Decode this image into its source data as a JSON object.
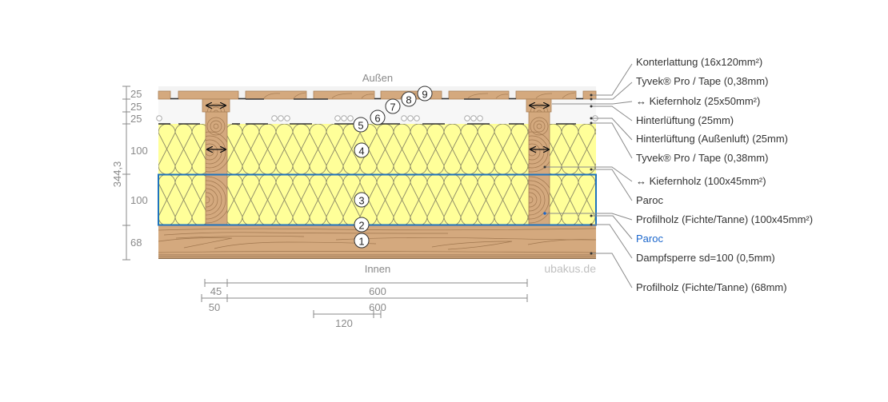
{
  "colors": {
    "insulation": "#ffff99",
    "wood": "#d4a97e",
    "highlight": "#1e73be",
    "active_label": "#1a66cc"
  },
  "diagram": {
    "outside_label": "Außen",
    "inside_label": "Innen",
    "watermark": "ubakus.de",
    "total_thickness": "344,3",
    "layer_thicknesses": [
      "25",
      "25",
      "25",
      "100",
      "100",
      "68"
    ],
    "markers": [
      "1",
      "2",
      "3",
      "4",
      "5",
      "6",
      "7",
      "8",
      "9"
    ],
    "width_dimensions": [
      {
        "segments": [
          "45",
          "600"
        ]
      },
      {
        "segments": [
          "50",
          "600"
        ]
      },
      {
        "segments": [
          "120"
        ]
      }
    ]
  },
  "legend": [
    {
      "label": "Konterlattung (16x120mm²)"
    },
    {
      "label": "Tyvek® Pro / Tape (0,38mm)"
    },
    {
      "label": "↔ Kiefernholz (25x50mm²)"
    },
    {
      "label": "Hinterlüftung (25mm)"
    },
    {
      "label": "Hinterlüftung (Außenluft) (25mm)"
    },
    {
      "label": "Tyvek® Pro / Tape (0,38mm)"
    },
    {
      "label": "↔ Kiefernholz (100x45mm²)"
    },
    {
      "label": "Paroc"
    },
    {
      "label": "Profilholz (Fichte/Tanne) (100x45mm²)"
    },
    {
      "label": "Paroc",
      "active": true
    },
    {
      "label": "Dampfsperre sd=100 (0,5mm)"
    },
    {
      "label": "Profilholz (Fichte/Tanne) (68mm)"
    }
  ]
}
